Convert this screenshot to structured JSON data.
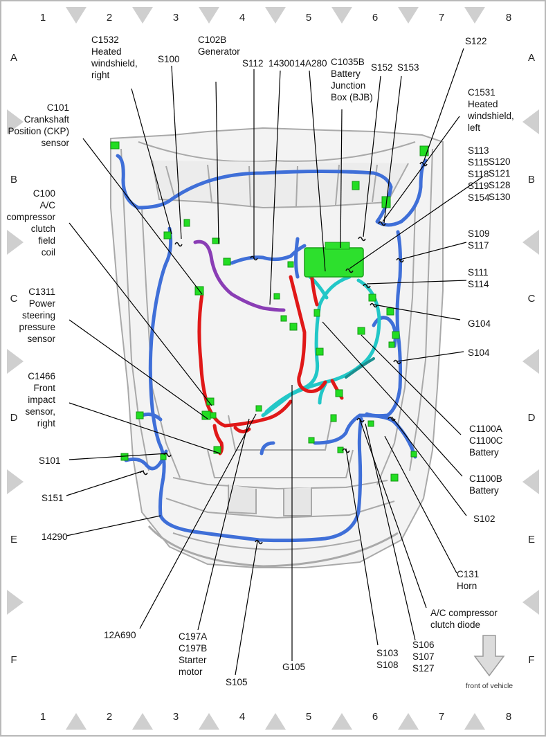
{
  "grid": {
    "columns": [
      "1",
      "2",
      "3",
      "4",
      "5",
      "6",
      "7",
      "8"
    ],
    "rows": [
      "A",
      "B",
      "C",
      "D",
      "E",
      "F"
    ]
  },
  "colors": {
    "harness_blue": "#3f6fd8",
    "harness_red": "#e01818",
    "harness_cyan": "#22c7c7",
    "harness_purple": "#8a3db5",
    "connector_green": "#22dd22",
    "frame_gray": "#a8a8a8"
  },
  "labels": {
    "c1532": [
      "C1532",
      "Heated",
      "windshield,",
      "right"
    ],
    "s100": [
      "S100"
    ],
    "c102b": [
      "C102B",
      "Generator"
    ],
    "s112": [
      "S112"
    ],
    "n14300": [
      "14300"
    ],
    "n14a280": [
      "14A280"
    ],
    "c1035b": [
      "C1035B",
      "Battery",
      "Junction",
      "Box (BJB)"
    ],
    "s152": [
      "S152"
    ],
    "s153": [
      "S153"
    ],
    "s122": [
      "S122"
    ],
    "c101": [
      "C101",
      "Crankshaft",
      "Position (CKP)",
      "sensor"
    ],
    "c1531": [
      "C1531",
      "Heated",
      "windshield,",
      "left"
    ],
    "s113": [
      "S113",
      "S115",
      "S118",
      "S119",
      "S154"
    ],
    "s120": [
      "S120",
      "S121",
      "S128",
      "S130"
    ],
    "c100": [
      "C100",
      "A/C",
      "compressor",
      "clutch",
      "field",
      "coil"
    ],
    "s109": [
      "S109",
      "S117"
    ],
    "s111": [
      "S111",
      "S114"
    ],
    "c1311": [
      "C1311",
      "Power",
      "steering",
      "pressure",
      "sensor"
    ],
    "g104": [
      "G104"
    ],
    "s104": [
      "S104"
    ],
    "c1466": [
      "C1466",
      "Front",
      "impact",
      "sensor,",
      "right"
    ],
    "c1100a": [
      "C1100A",
      "C1100C",
      "Battery"
    ],
    "s101": [
      "S101"
    ],
    "c1100b": [
      "C1100B",
      "Battery"
    ],
    "s151": [
      "S151"
    ],
    "s102": [
      "S102"
    ],
    "n14290": [
      "14290"
    ],
    "c131": [
      "C131",
      "Horn"
    ],
    "ac_diode": [
      "A/C compressor",
      "clutch diode"
    ],
    "n12a690": [
      "12A690"
    ],
    "c197": [
      "C197A",
      "C197B",
      "Starter",
      "motor"
    ],
    "s105": [
      "S105"
    ],
    "g105": [
      "G105"
    ],
    "s103": [
      "S103",
      "S108"
    ],
    "s106": [
      "S106",
      "S107",
      "S127"
    ]
  },
  "front_of_vehicle": "front of vehicle"
}
